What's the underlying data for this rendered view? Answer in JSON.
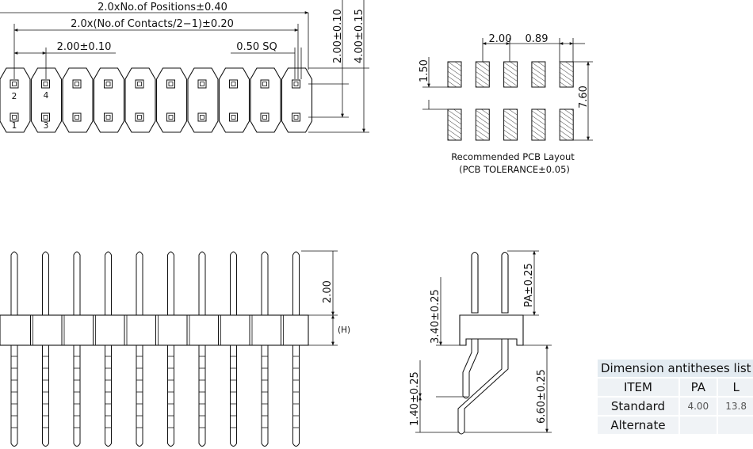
{
  "top_view": {
    "dim_positions": "2.0xNo.of Positions±0.40",
    "dim_contacts": "2.0x(No.of Contacts/2−1)±0.20",
    "dim_pitch": "2.00±0.10",
    "dim_pin_sq": "0.50 SQ",
    "dim_row_spacing": "2.00±0.10",
    "dim_body_width": "4.00±0.15",
    "pin_labels": [
      "2",
      "4",
      "1",
      "3"
    ]
  },
  "pcb_layout": {
    "dim_pitch": "2.00",
    "dim_pad_width": "0.89",
    "dim_pad_length": "1.50",
    "dim_overall": "7.60",
    "caption_line1": "Recommended PCB Layout",
    "caption_line2": "(PCB TOLERANCE±0.05)"
  },
  "front_view": {
    "dim_top": "2.00",
    "dim_height": "(H)"
  },
  "side_view": {
    "dim_pa": "PA±0.25",
    "dim_340": "3.40±0.25",
    "dim_140": "1.40±0.25",
    "dim_660": "6.60±0.25"
  },
  "dimension_table": {
    "title": "Dimension antitheses list",
    "headers": [
      "ITEM",
      "PA",
      "L"
    ],
    "rows": [
      {
        "item": "Standard",
        "pa": "4.00",
        "l": "13.8"
      },
      {
        "item": "Alternate",
        "pa": "",
        "l": ""
      }
    ]
  }
}
